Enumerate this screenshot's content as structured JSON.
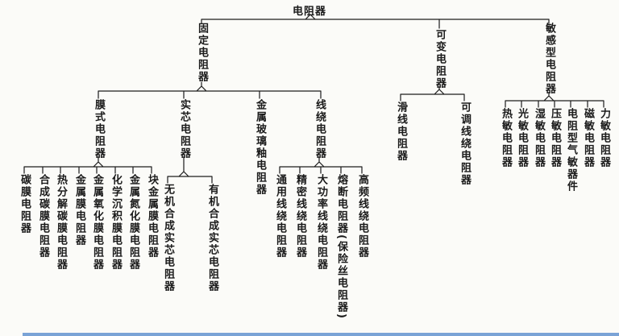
{
  "diagram_title": "电阻器",
  "tree": {
    "root": "电阻器",
    "fixed": {
      "label": "固定电阻器",
      "film": {
        "label": "膜式电阻器",
        "leaves": [
          "碳膜电阻器",
          "合成碳膜电阻器",
          "热分解碳膜电阻器",
          "金属膜电阻器",
          "金属氧化膜电阻器",
          "化学沉积膜电阻器",
          "金属氮化膜电阻器",
          "块金属膜电阻器"
        ]
      },
      "solid": {
        "label": "实芯电阻器",
        "leaves": [
          "无机合成实芯电阻器",
          "有机合成实芯电阻器"
        ]
      },
      "glaze": {
        "label": "金属玻璃釉电阻器"
      },
      "wirewound": {
        "label": "线绕电阻器",
        "leaves": [
          "通用线绕电阻器",
          "精密线绕电阻器",
          "大功率线绕电阻器",
          "熔断电阻器(保险丝电阻器)",
          "高频线绕电阻器"
        ]
      }
    },
    "variable": {
      "label": "可变电阻器",
      "leaves": [
        "滑线电阻器",
        "可调线绕电阻器"
      ]
    },
    "sensitive": {
      "label": "敏感型电阻器",
      "leaves": [
        "热敏电阻器",
        "光敏电阻器",
        "湿敏电阻器",
        "压敏电阻器",
        "电阻型气敏器件",
        "磁敏电阻器",
        "力敏电阻器"
      ]
    }
  },
  "colors": {
    "line": "#1c1c1c",
    "text": "#1b1b1b",
    "background": "#fbfbf8",
    "bottom_strip": "#7aa3d6"
  }
}
